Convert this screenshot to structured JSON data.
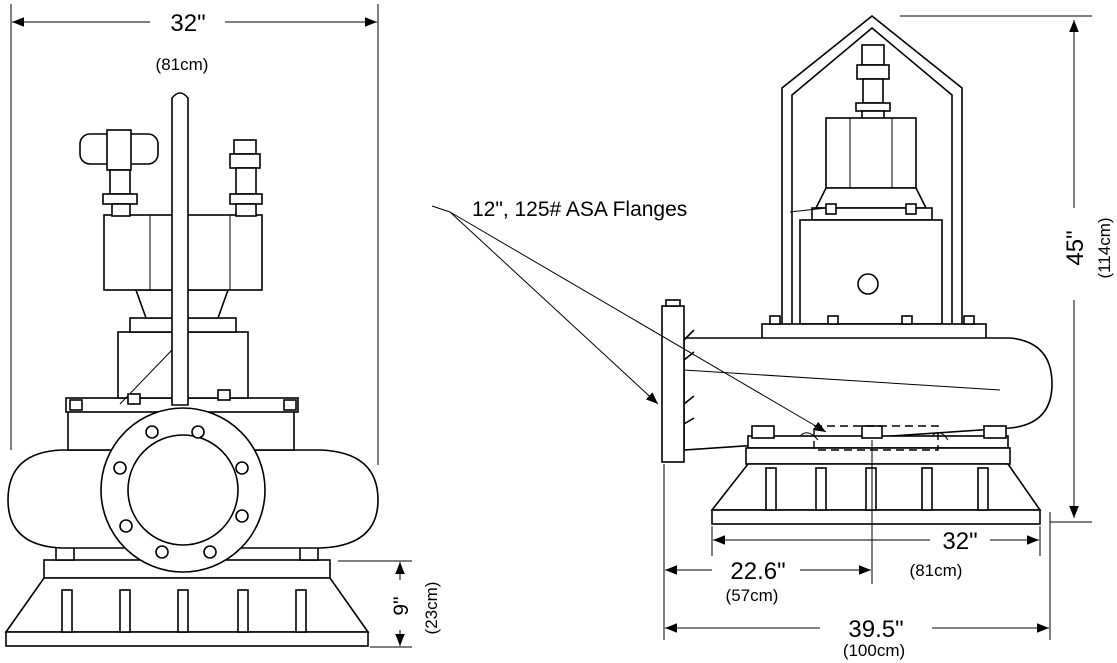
{
  "dimensions": {
    "front_width": {
      "value": "32\"",
      "metric": "(81cm)"
    },
    "base_height": {
      "value": "9\"",
      "metric": "(23cm)"
    },
    "overall_height": {
      "value": "45\"",
      "metric": "(114cm)"
    },
    "base_width": {
      "value": "32\"",
      "metric": "(81cm)"
    },
    "flange_to_center": {
      "value": "22.6\"",
      "metric": "(57cm)"
    },
    "overall_length": {
      "value": "39.5\"",
      "metric": "(100cm)"
    }
  },
  "callout": {
    "text": "12\", 125# ASA Flanges"
  }
}
